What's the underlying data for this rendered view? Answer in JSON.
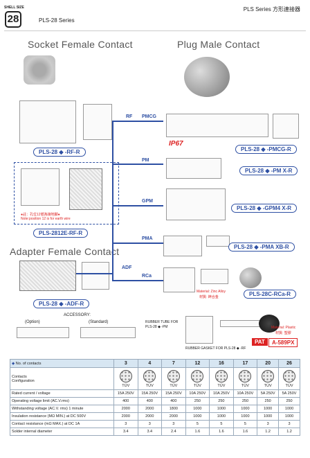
{
  "header": {
    "shell_size_label": "SHELL SIZE",
    "shell_number": "28",
    "series": "PLS-28 Series",
    "top_right": "PLS Series 方形連接器"
  },
  "sections": {
    "socket_female": "Socket Female Contact",
    "plug_male": "Plug Male Contact",
    "adapter_female": "Adapter Female Contact"
  },
  "labels": {
    "rf": "RF",
    "pmcg": "PMCG",
    "pm": "PM",
    "gpm": "GPM",
    "pma": "PMA",
    "adf": "ADF",
    "rca": "RCa",
    "accessory": "ACCESSORY:",
    "option": "(Option)",
    "standard": "(Standard)",
    "rubber_tube": "RUBBER TUBE FOR",
    "rubber_tube_2": "PLS-28 ◆ -PM",
    "rubber_gasket": "RUBBER GASKET FOR PLS-28 ◆ -RF",
    "earth_note_cn": "●註：孔位12號為接地腳●",
    "earth_note_en": "Note:position 12 is for earth wire",
    "zinc_alloy": "Material: Zinc Alloy",
    "zinc_alloy_cn": "材質: 鋅合金",
    "plastic": "Material: Plastic",
    "plastic_cn": "材質: 塑膠",
    "ip67": "IP67",
    "pat": "PAT",
    "pat_no": "A-589PX"
  },
  "parts": {
    "rf_r": "PLS-28 ◆ -RF-R",
    "rf_2812e": "PLS-2812E-RF-R",
    "adf_r": "PLS-28 ◆ -ADF-R",
    "pmcg_r": "PLS-28 ◆ -PMCG-R",
    "pm_xr": "PLS-28 ◆ -PM X-R",
    "gpm4_xr": "PLS-28 ◆ -GPM4 X-R",
    "pma_xbr": "PLS-28 ◆ -PMA XB-R",
    "rca_r": "PLS-28C-RCa-R"
  },
  "table": {
    "title": "No. of contacts",
    "contacts": [
      "3",
      "4",
      "7",
      "12",
      "16",
      "17",
      "20",
      "26"
    ],
    "config_label_1": "Contacts",
    "config_label_2": "Configuration",
    "cert": "TÜV",
    "rows": [
      {
        "label": "Rated current / voltage",
        "values": [
          "15A 250V",
          "15A 250V",
          "15A 250V",
          "10A 250V",
          "10A 250V",
          "10A 250V",
          "5A 250V",
          "5A 250V"
        ]
      },
      {
        "label": "Operating voltage limit (AC.V.rms)",
        "values": [
          "400",
          "400",
          "400",
          "250",
          "250",
          "250",
          "250",
          "250"
        ]
      },
      {
        "label": "Withstanding voltage (AC.V. rms) 1 minute",
        "values": [
          "2000",
          "2000",
          "1800",
          "1000",
          "1000",
          "1000",
          "1000",
          "1000"
        ]
      },
      {
        "label": "Insulation resistance (MΩ MIN.) at DC 500V",
        "values": [
          "2000",
          "2000",
          "2000",
          "1000",
          "1000",
          "1000",
          "1000",
          "1000"
        ]
      },
      {
        "label": "Contact resistance (mΩ MAX.) at DC 1A",
        "values": [
          "3",
          "3",
          "3",
          "5",
          "5",
          "5",
          "3",
          "3"
        ]
      },
      {
        "label": "Solder internal diameter",
        "values": [
          "3.4",
          "3.4",
          "2.4",
          "1.6",
          "1.6",
          "1.6",
          "1.2",
          "1.2"
        ]
      }
    ]
  },
  "colors": {
    "accent": "#2d4fa3",
    "red": "#dd2222",
    "table_header": "#d7e6f2"
  }
}
